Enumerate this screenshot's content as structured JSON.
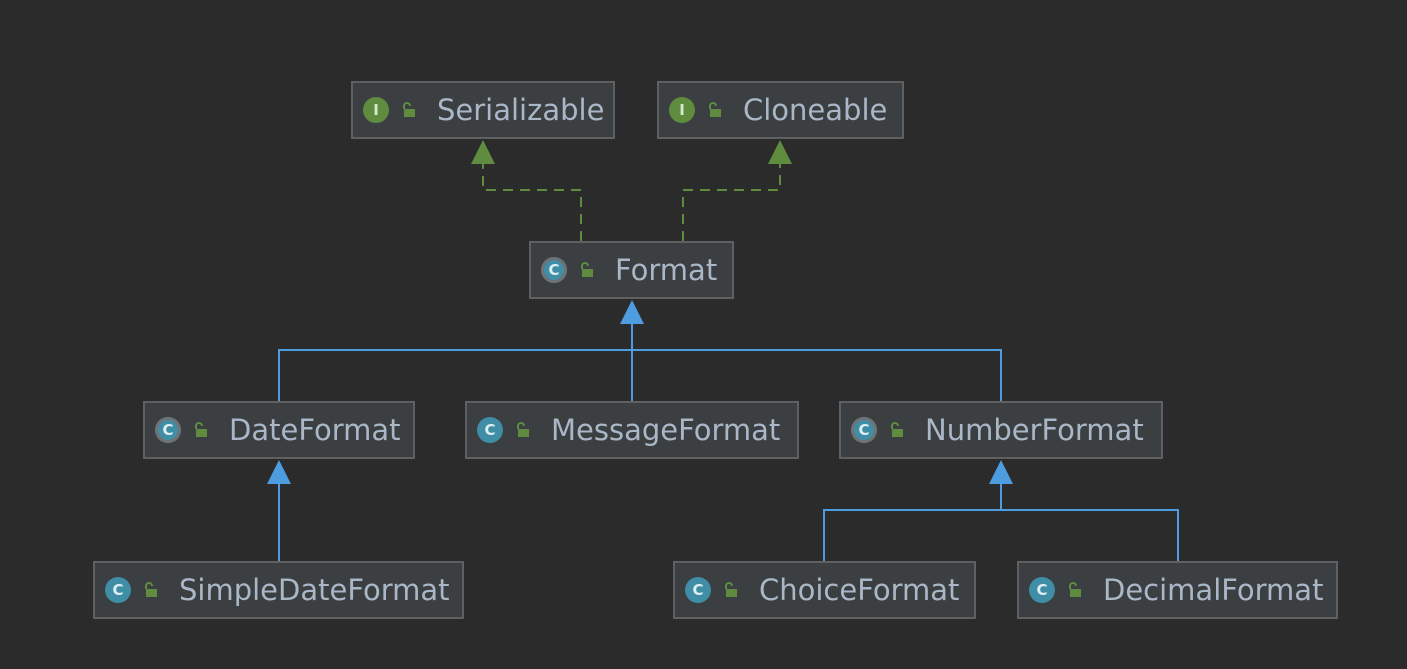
{
  "diagram": {
    "nodes": [
      {
        "id": "serializable",
        "label": "Serializable",
        "kind": "interface",
        "badge": "I"
      },
      {
        "id": "cloneable",
        "label": "Cloneable",
        "kind": "interface",
        "badge": "I"
      },
      {
        "id": "format",
        "label": "Format",
        "kind": "abstract",
        "badge": "C"
      },
      {
        "id": "dateformat",
        "label": "DateFormat",
        "kind": "abstract",
        "badge": "C"
      },
      {
        "id": "messageformat",
        "label": "MessageFormat",
        "kind": "class",
        "badge": "C"
      },
      {
        "id": "numberformat",
        "label": "NumberFormat",
        "kind": "abstract",
        "badge": "C"
      },
      {
        "id": "simpledateformat",
        "label": "SimpleDateFormat",
        "kind": "class",
        "badge": "C"
      },
      {
        "id": "choiceformat",
        "label": "ChoiceFormat",
        "kind": "class",
        "badge": "C"
      },
      {
        "id": "decimalformat",
        "label": "DecimalFormat",
        "kind": "class",
        "badge": "C"
      }
    ],
    "edges": [
      {
        "from": "format",
        "to": "serializable",
        "type": "implements"
      },
      {
        "from": "format",
        "to": "cloneable",
        "type": "implements"
      },
      {
        "from": "dateformat",
        "to": "format",
        "type": "extends"
      },
      {
        "from": "messageformat",
        "to": "format",
        "type": "extends"
      },
      {
        "from": "numberformat",
        "to": "format",
        "type": "extends"
      },
      {
        "from": "simpledateformat",
        "to": "dateformat",
        "type": "extends"
      },
      {
        "from": "choiceformat",
        "to": "numberformat",
        "type": "extends"
      },
      {
        "from": "decimalformat",
        "to": "numberformat",
        "type": "extends"
      }
    ],
    "colors": {
      "background": "#2b2b2b",
      "implements_edge": "#5f8c3e",
      "extends_edge": "#4d9de0",
      "node_fill": "#3c3f41",
      "node_border": "#5e6062",
      "text": "#a9b7c6",
      "lock": "#5f8c3e"
    },
    "icons": {
      "interface": "interface-icon",
      "class": "class-icon",
      "abstract": "abstract-class-icon",
      "visibility": "lock-open-icon"
    }
  }
}
